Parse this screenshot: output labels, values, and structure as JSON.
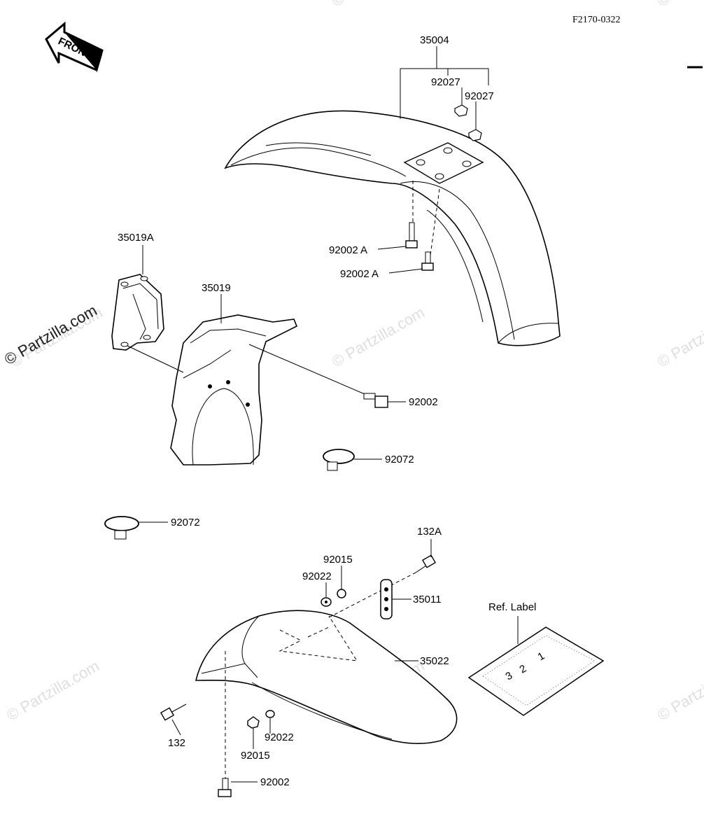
{
  "drawing_code": "F2170-0322",
  "front_arrow": {
    "label": "FRONT"
  },
  "watermarks": [
    "© Partzilla.com",
    "© Partzilla.com",
    "© Partzilla.com",
    "© Partzilla.com",
    "© Partzilla.com",
    "© Partzilla.com",
    "© Partzilla.com",
    "© Partzilla.com"
  ],
  "labels": {
    "front_fender": "35004",
    "nut_a": "92027",
    "nut_b": "92027",
    "bolt_a": "92002 A",
    "bolt_b": "92002 A",
    "bracket_cover": "35019A",
    "fork_guard": "35019",
    "bolt_guard": "92002",
    "clamp_right": "92072",
    "clamp_left": "92072",
    "bolt_132a": "132A",
    "washer_upper": "92015",
    "collar_upper": "92022",
    "bracket_35011": "35011",
    "rear_fender": "35022",
    "ref_label_title": "Ref. Label",
    "bolt_132": "132",
    "collar_lower": "92022",
    "washer_lower": "92015",
    "bolt_lower": "92002"
  },
  "ref_label_digits": [
    "3",
    "2",
    "1"
  ]
}
